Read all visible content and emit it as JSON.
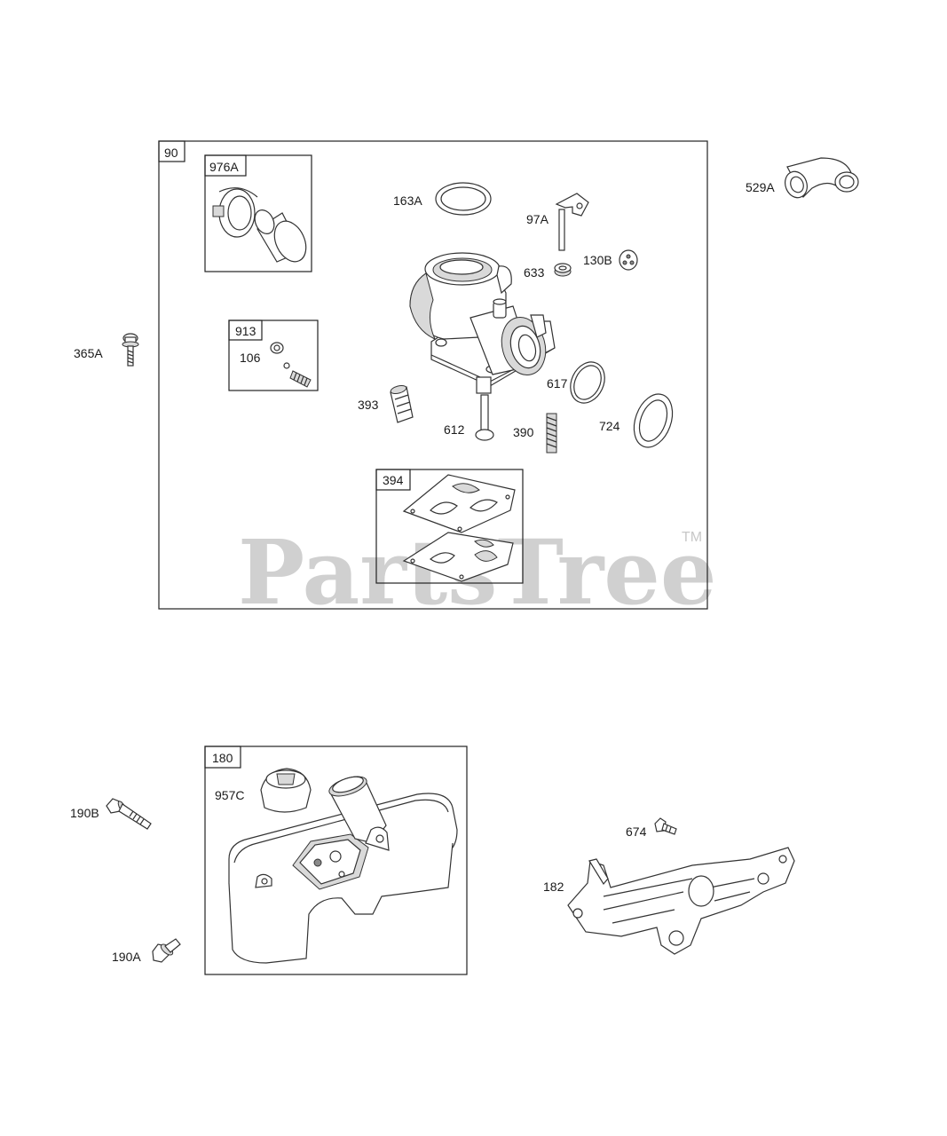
{
  "watermark": {
    "text": "PartsTree",
    "trademark": "TM"
  },
  "groups": {
    "g90": "90",
    "g976A": "976A",
    "g913": "913",
    "g394": "394",
    "g180": "180"
  },
  "parts": {
    "p163A": "163A",
    "p97A": "97A",
    "p633": "633",
    "p130B": "130B",
    "p529A": "529A",
    "p365A": "365A",
    "p106": "106",
    "p393": "393",
    "p612": "612",
    "p390": "390",
    "p617": "617",
    "p724": "724",
    "p190B": "190B",
    "p957C": "957C",
    "p190A": "190A",
    "p674": "674",
    "p182": "182"
  }
}
